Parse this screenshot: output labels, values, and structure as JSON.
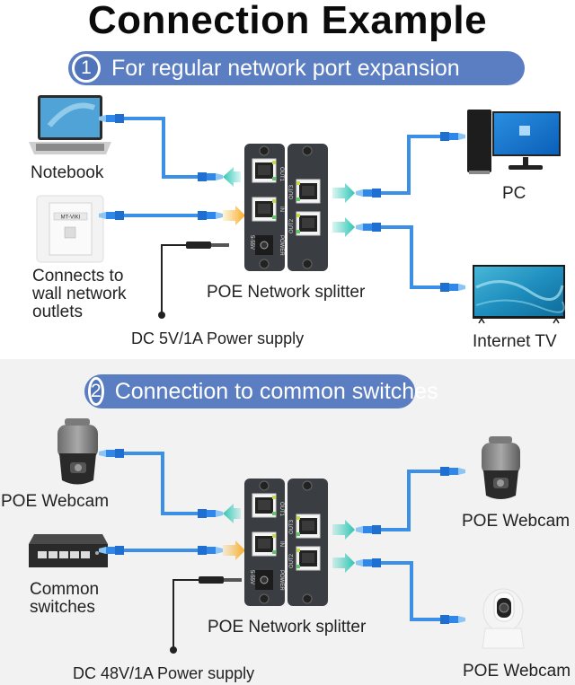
{
  "title": "Connection Example",
  "section1": {
    "number": "1",
    "heading": "For regular network port expansion",
    "devices": {
      "notebook": "Notebook",
      "wall_outlet": [
        "Connects to",
        "wall network",
        "outlets"
      ],
      "wall_outlet_brand": "MT-VIKI",
      "splitter": "POE Network splitter",
      "power": "DC 5V/1A Power supply",
      "pc": "PC",
      "tv": "Internet TV"
    }
  },
  "section2": {
    "number": "2",
    "heading": "Connection to common switches",
    "devices": {
      "webcam_left": "POE Webcam",
      "switch": [
        "Common",
        "switches"
      ],
      "splitter": "POE Network splitter",
      "power": "DC 48V/1A Power supply",
      "webcam_right_top": "POE Webcam",
      "webcam_right_bottom": "POE Webcam"
    }
  },
  "splitter_ports": {
    "left_unit": [
      "OUT1",
      "IN",
      "POWER",
      "5-55V"
    ],
    "right_unit": [
      "OUT3",
      "OUT2"
    ]
  },
  "colors": {
    "pill": "#5b7ec2",
    "cable": "#3b8fe6",
    "arrow_out": "#3ccfbf",
    "arrow_in": "#f7b73a",
    "splitter_body": "#3a3d42"
  }
}
